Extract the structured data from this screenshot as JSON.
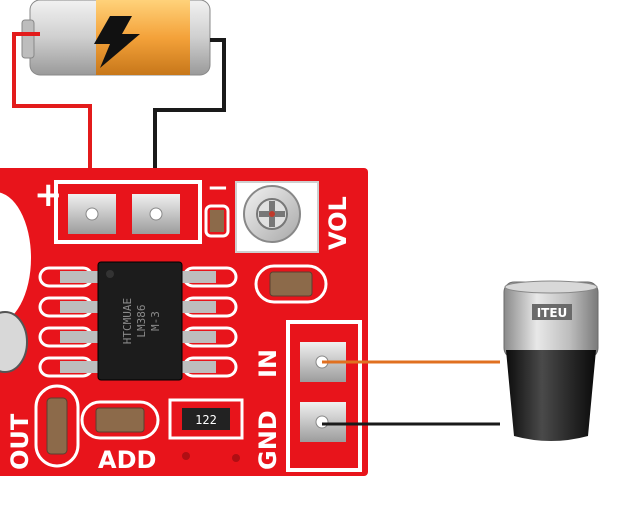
{
  "board": {
    "plus_label": "+",
    "minus_label": "−",
    "vol_label": "VOL",
    "in_label": "IN",
    "gnd_label": "GND",
    "out_label": "OUT",
    "add_label": "ADD",
    "chip_line1": "HTCMUAE",
    "chip_line2": "LM386",
    "chip_line3": "M-3",
    "resistor_code": "122"
  },
  "microphone": {
    "brand": "ITEU"
  },
  "colors": {
    "pcb": "#e8141b",
    "wire_positive": "#e31b1b",
    "wire_negative": "#1a1a1a",
    "mic_wire_in": "#e07020",
    "battery_band": "#f4a23a"
  }
}
